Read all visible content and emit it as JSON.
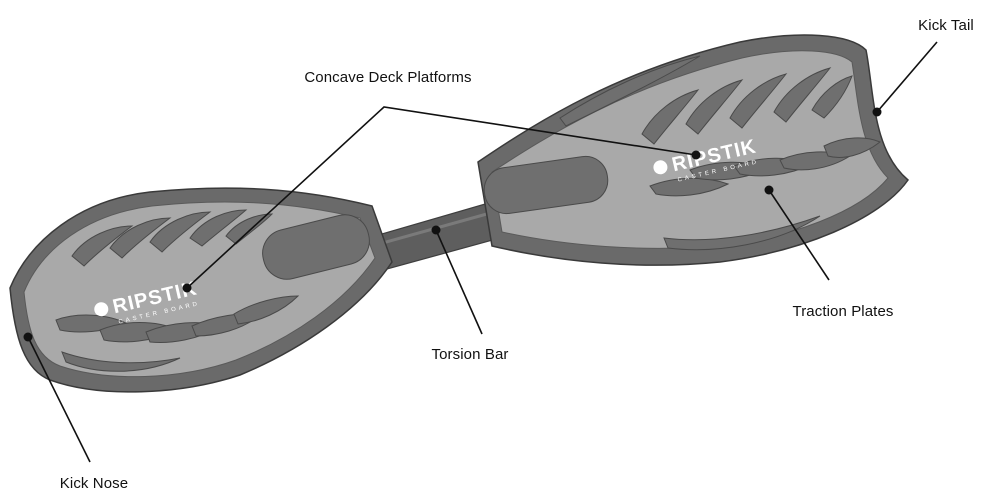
{
  "figure": {
    "subject": "Ripstik caster board",
    "colors": {
      "rim": "#6a6a6a",
      "deck": "#a9a9a9",
      "plate": "#6f6f6f",
      "bar": "#606060",
      "line": "#111111",
      "background": "#ffffff"
    }
  },
  "brand": {
    "name": "RIPSTIK",
    "tagline": "CASTER BOARD"
  },
  "callouts": {
    "kick_tail": "Kick Tail",
    "concave_deck": "Concave Deck Platforms",
    "traction_plates": "Traction Plates",
    "torsion_bar": "Torsion Bar",
    "kick_nose": "Kick Nose"
  }
}
